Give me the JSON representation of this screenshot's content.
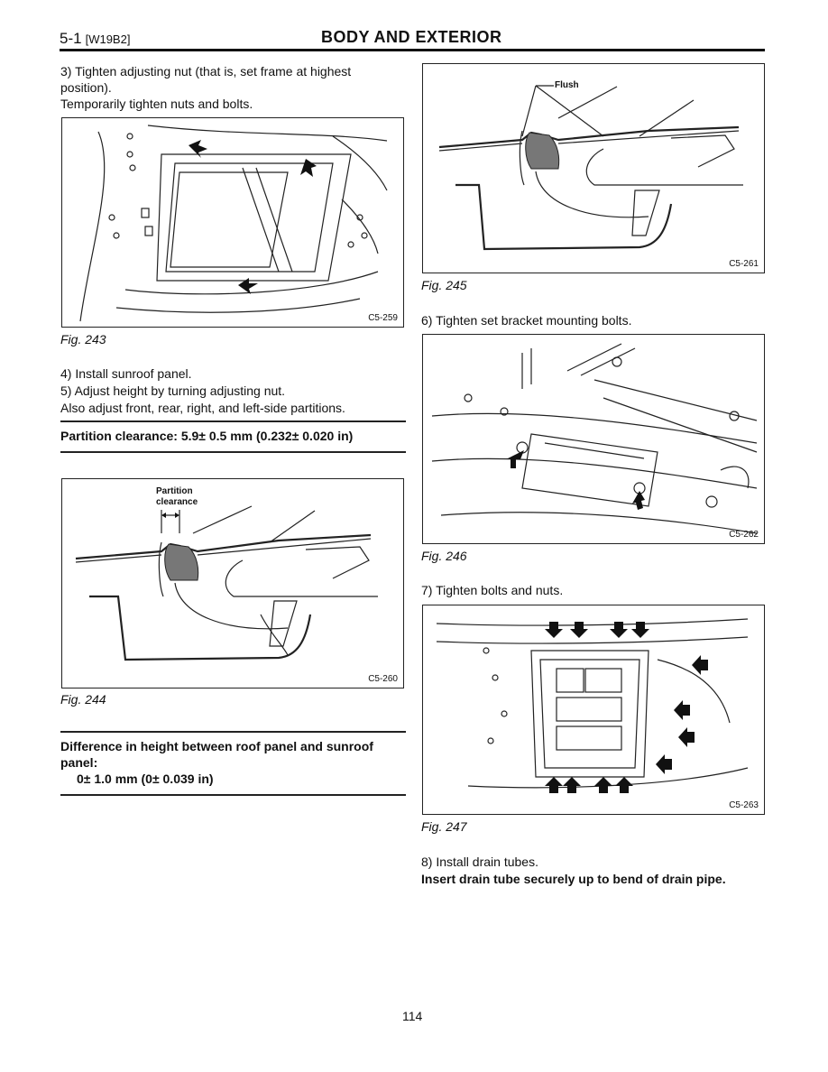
{
  "header": {
    "section": "5-1",
    "code": "[W19B2]",
    "title": "BODY AND EXTERIOR"
  },
  "left": {
    "step3_line1": "3) Tighten adjusting nut (that is, set frame at highest",
    "step3_line2": "position).",
    "step3_line3": "Temporarily tighten nuts and bolts.",
    "fig243": {
      "code": "C5-259",
      "caption": "Fig. 243"
    },
    "step4": "4) Install sunroof panel.",
    "step5": "5) Adjust height by turning adjusting nut.",
    "step5_note": "Also adjust front, rear, right, and left-side partitions.",
    "spec1": "Partition clearance: 5.9± 0.5 mm (0.232± 0.020 in)",
    "fig244": {
      "code": "C5-260",
      "caption": "Fig. 244",
      "label_line1": "Partition",
      "label_line2": "clearance"
    },
    "spec2_line1": "Difference in height between roof panel and sunroof",
    "spec2_line2": "panel:",
    "spec2_value": "0± 1.0 mm (0± 0.039 in)"
  },
  "right": {
    "fig245": {
      "code": "C5-261",
      "caption": "Fig. 245",
      "label": "Flush"
    },
    "step6": "6) Tighten set bracket mounting bolts.",
    "fig246": {
      "code": "C5-262",
      "caption": "Fig. 246"
    },
    "step7": "7) Tighten bolts and nuts.",
    "fig247": {
      "code": "C5-263",
      "caption": "Fig. 247"
    },
    "step8": "8) Install drain tubes.",
    "step8_note": "Insert drain tube securely up to bend of drain pipe."
  },
  "page_number": "114"
}
